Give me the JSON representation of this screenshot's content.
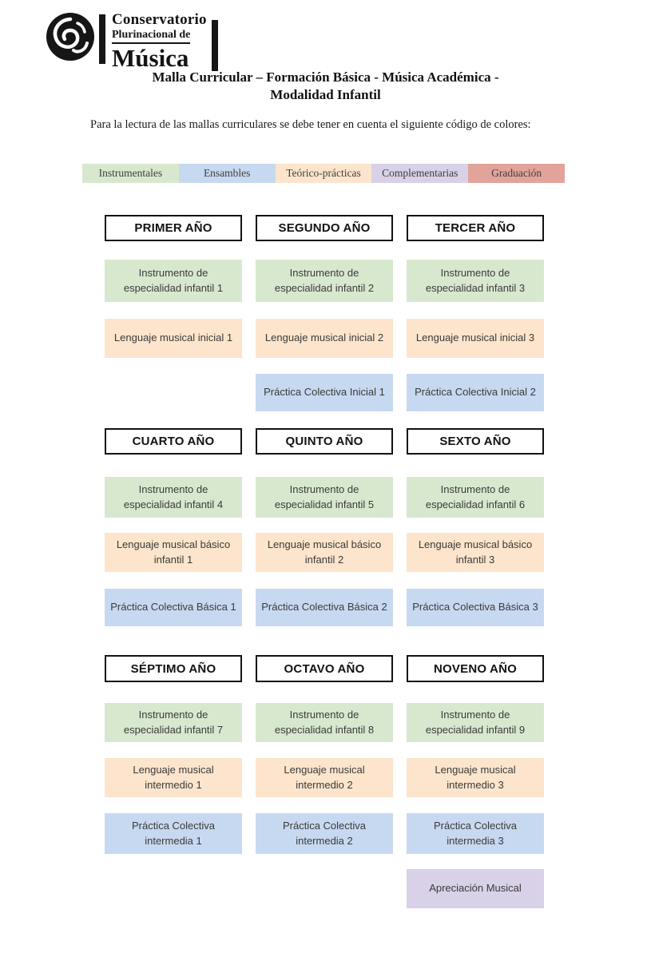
{
  "logo": {
    "line1": "Conservatorio",
    "line2": "Plurinacional de",
    "line3": "Música"
  },
  "title": {
    "line1": "Malla Curricular – Formación Básica - Música Académica -",
    "line2": "Modalidad Infantil"
  },
  "intro": "Para la lectura de las mallas curriculares se debe tener en cuenta el siguiente código de colores:",
  "palette": {
    "instrumentales": "#d8e8cf",
    "ensambles": "#c7d9f0",
    "teorico": "#fce5cc",
    "complementarias": "#d8d1e7",
    "graduacion": "#e2a39b"
  },
  "legend": {
    "items": [
      {
        "label": "Instrumentales",
        "category": "instrumentales",
        "color": "#d8e8cf"
      },
      {
        "label": "Ensambles",
        "category": "ensambles",
        "color": "#c7d9f0"
      },
      {
        "label": "Teórico-prácticas",
        "category": "teorico",
        "color": "#fce5cc"
      },
      {
        "label": "Complementarias",
        "category": "complementarias",
        "color": "#d8d1e7"
      },
      {
        "label": "Graduación",
        "category": "graduacion",
        "color": "#e2a39b"
      }
    ]
  },
  "years": [
    {
      "header": "PRIMER AÑO",
      "courses": [
        {
          "label": "Instrumento de\nespecialidad infantil 1",
          "category": "instrumentales"
        },
        {
          "label": "Lenguaje musical inicial 1",
          "category": "teorico"
        }
      ]
    },
    {
      "header": "SEGUNDO AÑO",
      "courses": [
        {
          "label": "Instrumento de\nespecialidad infantil 2",
          "category": "instrumentales"
        },
        {
          "label": "Lenguaje musical inicial 2",
          "category": "teorico"
        },
        {
          "label": "Práctica Colectiva Inicial 1",
          "category": "ensambles"
        }
      ]
    },
    {
      "header": "TERCER AÑO",
      "courses": [
        {
          "label": "Instrumento de\nespecialidad infantil 3",
          "category": "instrumentales"
        },
        {
          "label": "Lenguaje musical inicial 3",
          "category": "teorico"
        },
        {
          "label": "Práctica Colectiva Inicial 2",
          "category": "ensambles"
        }
      ]
    },
    {
      "header": "CUARTO AÑO",
      "courses": [
        {
          "label": "Instrumento de\nespecialidad infantil 4",
          "category": "instrumentales"
        },
        {
          "label": "Lenguaje musical básico\ninfantil 1",
          "category": "teorico"
        },
        {
          "label": "Práctica Colectiva Básica 1",
          "category": "ensambles"
        }
      ]
    },
    {
      "header": "QUINTO AÑO",
      "courses": [
        {
          "label": "Instrumento de\nespecialidad infantil 5",
          "category": "instrumentales"
        },
        {
          "label": "Lenguaje musical básico\ninfantil 2",
          "category": "teorico"
        },
        {
          "label": "Práctica Colectiva Básica 2",
          "category": "ensambles"
        }
      ]
    },
    {
      "header": "SEXTO AÑO",
      "courses": [
        {
          "label": "Instrumento de\nespecialidad infantil 6",
          "category": "instrumentales"
        },
        {
          "label": "Lenguaje musical básico\ninfantil 3",
          "category": "teorico"
        },
        {
          "label": "Práctica Colectiva Básica 3",
          "category": "ensambles"
        }
      ]
    },
    {
      "header": "SÉPTIMO AÑO",
      "courses": [
        {
          "label": "Instrumento de\nespecialidad infantil 7",
          "category": "instrumentales"
        },
        {
          "label": "Lenguaje musical\nintermedio 1",
          "category": "teorico"
        },
        {
          "label": "Práctica Colectiva\nintermedia 1",
          "category": "ensambles"
        }
      ]
    },
    {
      "header": "OCTAVO AÑO",
      "courses": [
        {
          "label": "Instrumento de\nespecialidad infantil 8",
          "category": "instrumentales"
        },
        {
          "label": "Lenguaje musical\nintermedio 2",
          "category": "teorico"
        },
        {
          "label": "Práctica Colectiva\nintermedia 2",
          "category": "ensambles"
        }
      ]
    },
    {
      "header": "NOVENO AÑO",
      "courses": [
        {
          "label": "Instrumento de\nespecialidad infantil 9",
          "category": "instrumentales"
        },
        {
          "label": "Lenguaje musical\nintermedio 3",
          "category": "teorico"
        },
        {
          "label": "Práctica Colectiva\nintermedia 3",
          "category": "ensambles"
        },
        {
          "label": "Apreciación Musical",
          "category": "complementarias"
        }
      ]
    }
  ]
}
